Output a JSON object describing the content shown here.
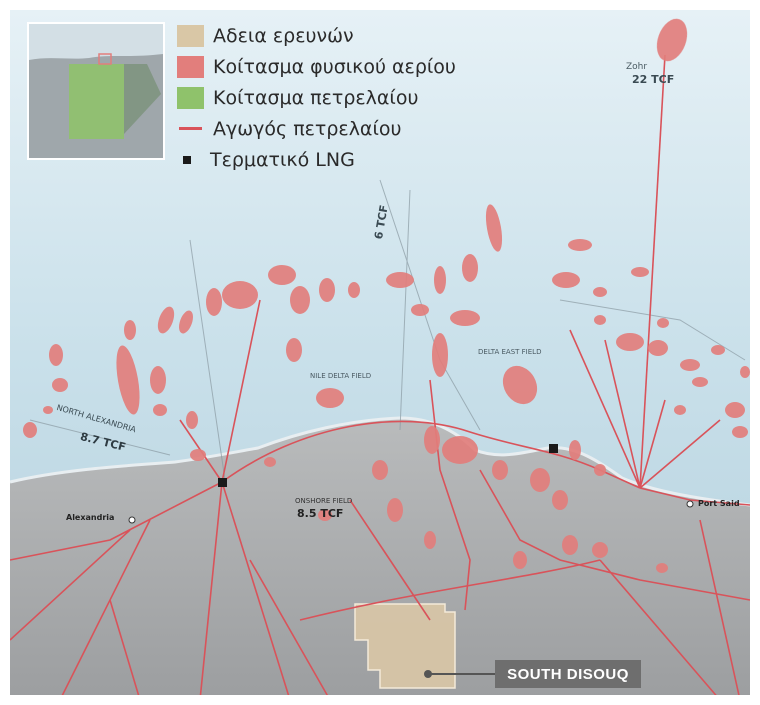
{
  "legend": {
    "items": [
      {
        "label": "Αδεια ερευνών",
        "symbol": "box",
        "color": "#d9c7a6"
      },
      {
        "label": "Κοίτασμα φυσικού αερίου",
        "symbol": "box",
        "color": "#e27e7c"
      },
      {
        "label": "Κοίτασμα πετρελαίου",
        "symbol": "box",
        "color": "#8fc26b"
      },
      {
        "label": "Αγωγός πετρελαίου",
        "symbol": "line",
        "color": "#d9535a"
      },
      {
        "label": "Τερματικό LNG",
        "symbol": "square",
        "color": "#1a1a1a"
      }
    ]
  },
  "labels": {
    "zohr": "Zohr",
    "zohr_tcf": "22 TCF",
    "mid_label": "6 TCF",
    "north_alex": "NORTH ALEXANDRIA",
    "north_alex_tcf": "8.7 TCF",
    "nile_field": "NILE DELTA FIELD",
    "east_field": "DELTA EAST FIELD",
    "onshore_field": "ONSHORE FIELD",
    "onshore_tcf": "8.5 TCF",
    "alexandria": "Alexandria",
    "port_said": "Port Said",
    "south_disouq": "SOUTH DISOUQ"
  },
  "colors": {
    "sea": "#bfd9e4",
    "land": "#a8aaab",
    "gas": "#e27e7c",
    "pipeline": "#d9535a",
    "concession": "#d9c7a6"
  },
  "icons": [
    "lng-terminal-icon",
    "pipeline-icon"
  ]
}
